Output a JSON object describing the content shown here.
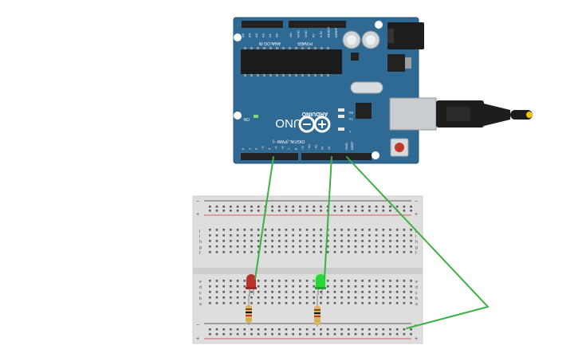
{
  "board": {
    "model": "UNO",
    "brand": "ARDUINO",
    "on_label": "ON",
    "power_header": "POWER",
    "analog_header": "ANALOG IN",
    "digital_header": "DIGITAL (PWM ~)",
    "aref": "AREF",
    "gnd": "GND",
    "tx_label": "TX",
    "rx_label": "RX",
    "l_label": "L",
    "pin_labels_digital": [
      "0",
      "1",
      "2",
      "~3",
      "4",
      "~5",
      "~6",
      "7",
      "8",
      "~9",
      "~10",
      "~11",
      "12",
      "13"
    ],
    "pin_labels_analog": [
      "A0",
      "A1",
      "A2",
      "A3",
      "A4",
      "A5"
    ],
    "pin_labels_power": [
      "IOREF",
      "RESET",
      "3.3V",
      "5V",
      "GND",
      "GND",
      "Vin"
    ]
  },
  "breadboard": {
    "rail_plus": "+",
    "rail_minus": "−",
    "row_letters_top": [
      "j",
      "i",
      "h",
      "g",
      "f"
    ],
    "row_letters_bottom": [
      "e",
      "d",
      "c",
      "b",
      "a"
    ],
    "columns": 30
  },
  "components": {
    "led_red_color": "#c0392b",
    "led_green_color": "#2ecc40",
    "wire_color": "#3cb043",
    "board_color": "#2e6a96"
  }
}
